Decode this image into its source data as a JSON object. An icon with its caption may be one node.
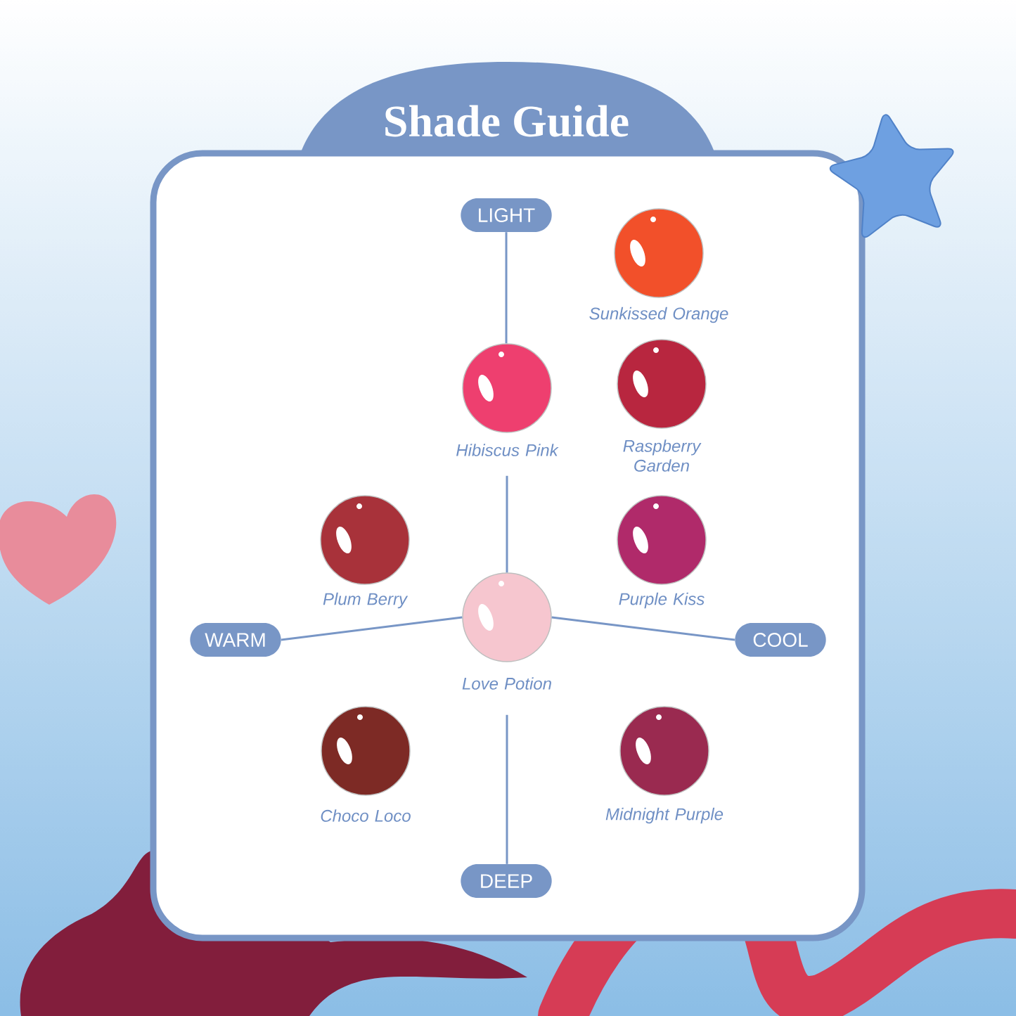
{
  "diagram": {
    "nodes": [
      {
        "text": [
          "Shade Guide"
        ]
      },
      {
        "text": [
          "LIGHT"
        ]
      },
      {
        "text": [],
        "shape": "circle",
        "beside": [
          "Sunkissed Orange"
        ]
      },
      {
        "text": [],
        "shape": "circle",
        "beside": [
          "Hibiscus Pink"
        ]
      },
      {
        "text": [],
        "shape": "circle",
        "beside": [
          "Raspberry Garden"
        ]
      },
      {
        "text": [],
        "shape": "circle",
        "beside": [
          "Plum Berry"
        ]
      },
      {
        "text": [],
        "shape": "circle",
        "beside": [
          "Purple Kiss"
        ]
      },
      {
        "text": [
          "WARM"
        ]
      },
      {
        "text": [],
        "shape": "circle",
        "beside": [
          "Love Potion"
        ]
      },
      {
        "text": [
          "COOL"
        ]
      },
      {
        "text": [],
        "shape": "circle",
        "beside": [
          "Choco Loco"
        ]
      },
      {
        "text": [],
        "shape": "circle",
        "beside": [
          "Midnight Purple"
        ]
      },
      {
        "text": [
          "DEEP"
        ]
      }
    ],
    "edges": [
      {
        "from": 1,
        "to": 3,
        "arrow": "none"
      },
      {
        "from": 3,
        "to": 8,
        "arrow": "none"
      },
      {
        "from": 8,
        "to": 12,
        "arrow": "none"
      },
      {
        "from": 7,
        "to": 8,
        "arrow": "none"
      },
      {
        "from": 8,
        "to": 9,
        "arrow": "none"
      }
    ]
  }
}
